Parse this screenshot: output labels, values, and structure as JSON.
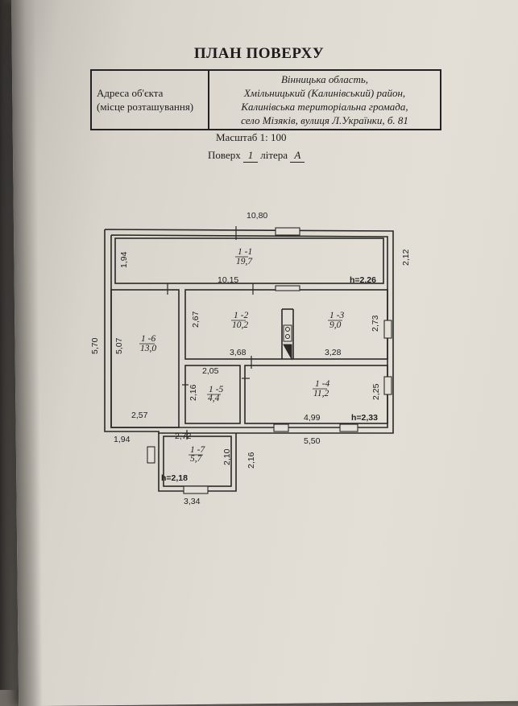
{
  "title": "ПЛАН ПОВЕРХУ",
  "address": {
    "label_line1": "Адреса об'єкта",
    "label_line2": "(місце розташування)",
    "value_line1": "Вінницька область,",
    "value_line2": "Хмільницький  (Калинівський) район,",
    "value_line3": "Калинівська територіальна громада,",
    "value_line4": "село Мізяків, вулиця Л.Українки, б. 81"
  },
  "scale": "Масштаб  1: 100",
  "floor": {
    "label": "Поверх",
    "value": "1",
    "litera_label": "літера",
    "litera_value": "А"
  },
  "rooms": [
    {
      "id": "1 -1",
      "area": "19,7"
    },
    {
      "id": "1 -2",
      "area": "10,2"
    },
    {
      "id": "1 -3",
      "area": "9,0"
    },
    {
      "id": "1 -4",
      "area": "11,2"
    },
    {
      "id": "1 -5",
      "area": "4,4"
    },
    {
      "id": "1 -6",
      "area": "13,0"
    },
    {
      "id": "1 -7",
      "area": "5,7"
    }
  ],
  "heights": {
    "h1": "h=2,26",
    "h2": "h=2,33",
    "h3": "h=2,18"
  },
  "dimensions": {
    "top_total": "10,80",
    "right_top": "2,12",
    "room1_height": "1,94",
    "inner_width_top": "10,15",
    "left_total": "5,70",
    "room6_height": "5,07",
    "room2_height": "2,67",
    "room3_height": "2,73",
    "room2_width": "3,68",
    "room3_width": "3,28",
    "room5_width": "2,05",
    "room5_height": "2,16",
    "room4_height": "2,25",
    "room6_width": "2,57",
    "room4_width": "4,99",
    "bottom_left": "1,94",
    "porch_width_top": "2,72",
    "bottom_right": "5,50",
    "porch_height_inner": "2,10",
    "porch_height_outer": "2,16",
    "porch_width_bottom": "3,34"
  }
}
